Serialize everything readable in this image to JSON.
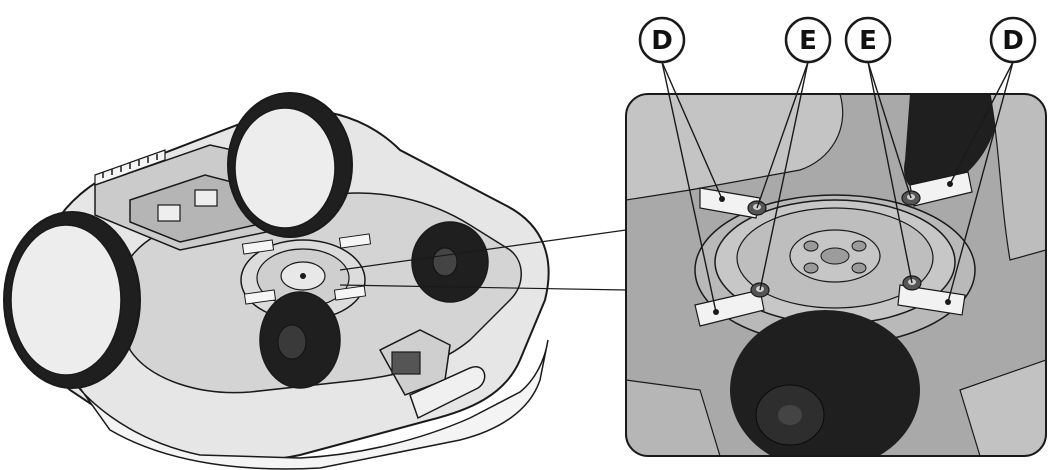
{
  "callouts": {
    "left_d": "D",
    "left_e": "E",
    "right_e": "E",
    "right_d": "D"
  },
  "colors": {
    "outline": "#1a1a1a",
    "body_light": "#e9e9e9",
    "body_mid": "#cfcfcf",
    "body_dark": "#9e9e9e",
    "tire": "#1f1f1f",
    "detail_bg": "#a8a8a8",
    "blade": "#f2f2f2"
  },
  "icons": [
    "blade-screw-icon",
    "cutting-disc-icon",
    "wheel-icon",
    "mower-body-icon"
  ]
}
